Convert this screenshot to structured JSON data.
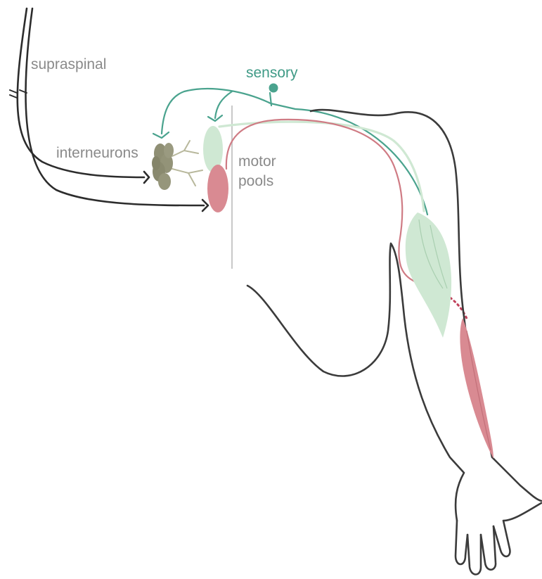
{
  "labels": {
    "supraspinal": "supraspinal",
    "sensory": "sensory",
    "interneurons": "interneurons",
    "motor_line1": "motor",
    "motor_line2": "pools"
  },
  "colors": {
    "sensory": "#4aa38e",
    "motor": "#cf7b84",
    "motor_fill": "#d98a92",
    "sensory_fill": "#cfe8d3",
    "interneuron_fill": "#8f8f74",
    "outline": "#3b3b3b",
    "label_gray": "#8a8a8a"
  }
}
